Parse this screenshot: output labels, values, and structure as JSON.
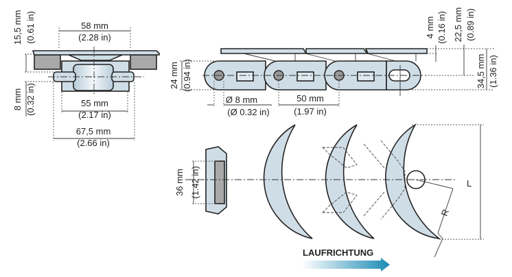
{
  "front_view": {
    "height_top": "15,5 mm",
    "height_top_in": "(0.61 in)",
    "width_top": "58 mm",
    "width_top_in": "(2.28 in)",
    "height_pin": "8 mm",
    "height_pin_in": "(0.32 in)",
    "width_body": "55 mm",
    "width_body_in": "(2.17 in)",
    "width_total": "67,5 mm",
    "width_total_in": "(2.66 in)"
  },
  "side_view": {
    "plate_thickness": "4 mm",
    "plate_thickness_in": "(0.16 in)",
    "top_to_center": "22,5 mm",
    "top_to_center_in": "(0.89 in)",
    "link_height": "24 mm",
    "link_height_in": "(0.94 in)",
    "total_height": "34,5 mm",
    "total_height_in": "(1.36 in)",
    "pin_diameter": "Ø 8 mm",
    "pin_diameter_in": "(Ø 0.32 in)",
    "pitch": "50 mm",
    "pitch_in": "(1.97 in)"
  },
  "top_view": {
    "width": "36 mm",
    "width_in": "(1.42 in)",
    "length_label": "L",
    "radius_label": "R"
  },
  "direction": {
    "label": "LAUFRICHTUNG",
    "arrow_color": "#1a8ab3"
  }
}
